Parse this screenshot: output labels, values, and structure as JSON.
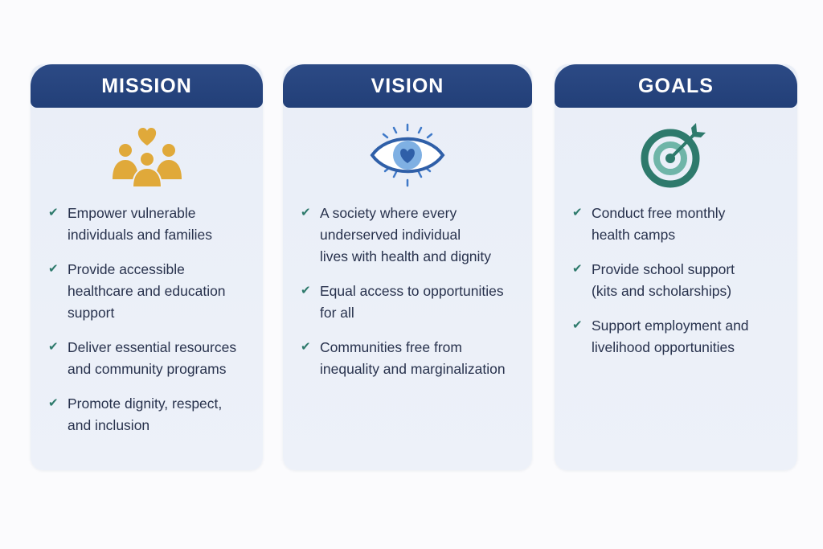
{
  "cards": [
    {
      "title": "MISSION",
      "icon": "people-heart-icon",
      "items": [
        [
          "Empower vulnerable",
          "individuals and families"
        ],
        [
          "Provide accessible",
          "healthcare and education",
          "support"
        ],
        [
          "Deliver essential resources",
          "and community programs"
        ],
        [
          "Promote dignity, respect,",
          "and inclusion"
        ]
      ]
    },
    {
      "title": "VISION",
      "icon": "eye-heart-icon",
      "items": [
        [
          "A society where every",
          "underserved individual",
          "lives with health and dignity"
        ],
        [
          "Equal access to opportunities",
          "for all"
        ],
        [
          "Communities free from",
          "inequality and marginalization"
        ]
      ]
    },
    {
      "title": "GOALS",
      "icon": "target-arrow-icon",
      "items": [
        [
          "Conduct free monthly",
          "health camps"
        ],
        [
          "Provide school support",
          "(kits and scholarships)"
        ],
        [
          "Support employment and",
          "livelihood opportunities"
        ]
      ]
    }
  ],
  "colors": {
    "header": "#254279",
    "mission_icon": "#e0a93a",
    "vision_icon": "#2f5fa8",
    "goals_icon": "#2e7a6c",
    "check": "#2e7a6c"
  }
}
